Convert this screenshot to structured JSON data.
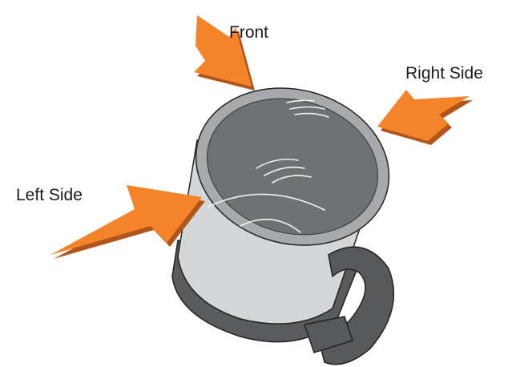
{
  "labels": {
    "front": "Front",
    "right_side": "Right Side",
    "left_side": "Left Side"
  },
  "colors": {
    "arrow": "#f4832a",
    "arrow_shadow": "#b0561c",
    "cup_body": "#d4d6d8",
    "cup_interior": "#707274",
    "cup_rim": "#a7a9ab",
    "cup_base": "#5a5b5d",
    "handle": "#58595b",
    "outline": "#222222"
  },
  "icons": {
    "subject": "mug-icon",
    "pointer": "arrow-icon"
  }
}
